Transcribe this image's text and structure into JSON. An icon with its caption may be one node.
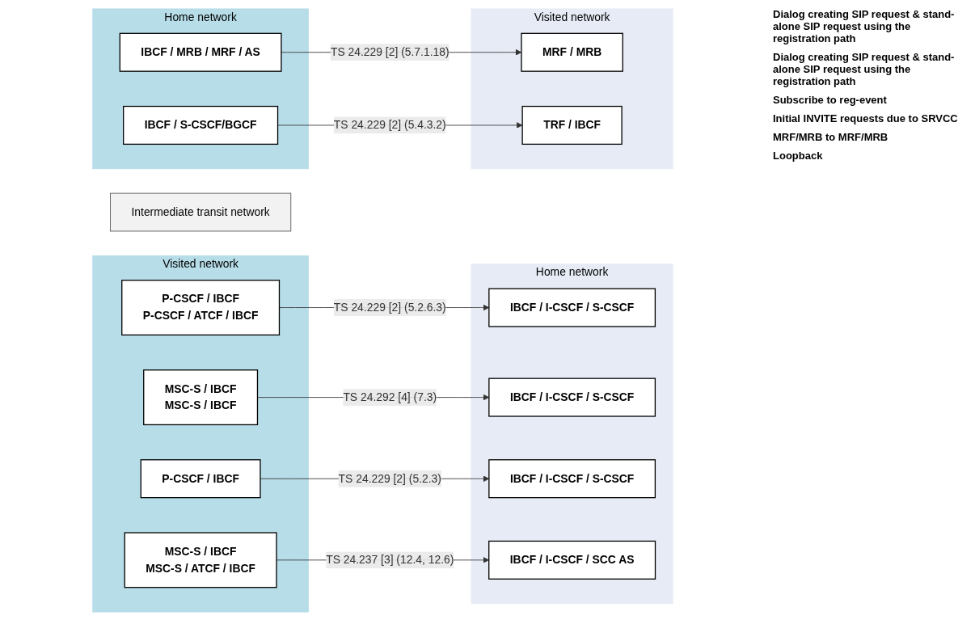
{
  "diagram": {
    "nodes": [
      {
        "text": [
          "Visited network"
        ]
      },
      {
        "text": [
          "P-CSCF / IBCF",
          "P-CSCF / ATCF / IBCF"
        ],
        "in": 0
      },
      {
        "text": [
          "MSC-S / IBCF",
          "MSC-S / IBCF"
        ],
        "in": 0
      },
      {
        "text": [
          "P-CSCF / IBCF"
        ],
        "in": 0
      },
      {
        "text": [
          "MSC-S / IBCF",
          "MSC-S / ATCF / IBCF"
        ],
        "in": 0
      },
      {
        "text": [
          "Intermediate transit network"
        ]
      },
      {
        "text": [
          "Home network"
        ]
      },
      {
        "text": [
          "IBCF / I-CSCF / S-CSCF"
        ],
        "in": 6
      },
      {
        "text": [
          "IBCF / I-CSCF / S-CSCF"
        ],
        "in": 6
      },
      {
        "text": [
          "IBCF / I-CSCF / S-CSCF"
        ],
        "in": 6
      },
      {
        "text": [
          "IBCF / I-CSCF / SCC AS"
        ],
        "in": 6
      },
      {
        "text": [
          "Visited network"
        ]
      },
      {
        "text": [
          "MRF / MRB"
        ],
        "in": 11
      },
      {
        "text": [
          "TRF / IBCF"
        ],
        "in": 11
      },
      {
        "text": [
          "Home network"
        ]
      },
      {
        "text": [
          "IBCF / MRB / MRF / AS"
        ],
        "in": 14
      },
      {
        "text": [
          "IBCF / S-CSCF/BGCF"
        ],
        "in": 14
      }
    ],
    "edges": [
      {
        "from": 1,
        "to": 7,
        "arrow": "to",
        "label": "TS 24.229 [2] (5.2.6.3)"
      },
      {
        "from": 2,
        "to": 8,
        "arrow": "to",
        "label": "TS 24.292 [4] (7.3)"
      },
      {
        "from": 3,
        "to": 9,
        "arrow": "to",
        "label": "TS 24.229 [2] (5.2.3)"
      },
      {
        "from": 4,
        "to": 10,
        "arrow": "to",
        "label": "TS 24.237 [3] (12.4, 12.6)"
      },
      {
        "from": 15,
        "to": 12,
        "arrow": "to",
        "label": "TS 24.229 [2] (5.7.1.18)"
      },
      {
        "from": 16,
        "to": 13,
        "arrow": "to",
        "label": "TS 24.229 [2] (5.4.3.2)"
      }
    ],
    "labels": [
      "Dialog creating SIP request & stand-alone SIP request using the registration path",
      "Dialog creating SIP request & stand-alone SIP request using the registration path",
      "Subscribe to reg-event",
      "Initial INVITE requests due to SRVCC",
      "MRF/MRB to MRF/MRB",
      "Loopback"
    ]
  }
}
